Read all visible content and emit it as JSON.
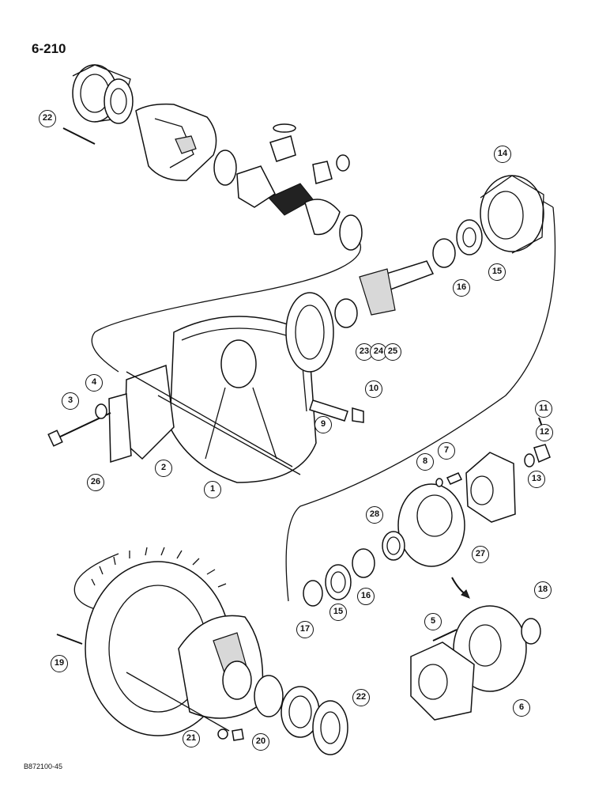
{
  "page_number": "6-210",
  "figure_code": "B872100-45",
  "callouts": {
    "c1": "1",
    "c2": "2",
    "c3": "3",
    "c4": "4",
    "c5": "5",
    "c6": "6",
    "c7": "7",
    "c8": "8",
    "c9": "9",
    "c10": "10",
    "c11": "11",
    "c12": "12",
    "c13": "13",
    "c14": "14",
    "c15a": "15",
    "c15b": "15",
    "c16a": "16",
    "c16b": "16",
    "c17": "17",
    "c18": "18",
    "c19": "19",
    "c20": "20",
    "c21": "21",
    "c22a": "22",
    "c22b": "22",
    "c23": "23",
    "c24": "24",
    "c25": "25",
    "c26": "26",
    "c27": "27",
    "c28": "28"
  }
}
